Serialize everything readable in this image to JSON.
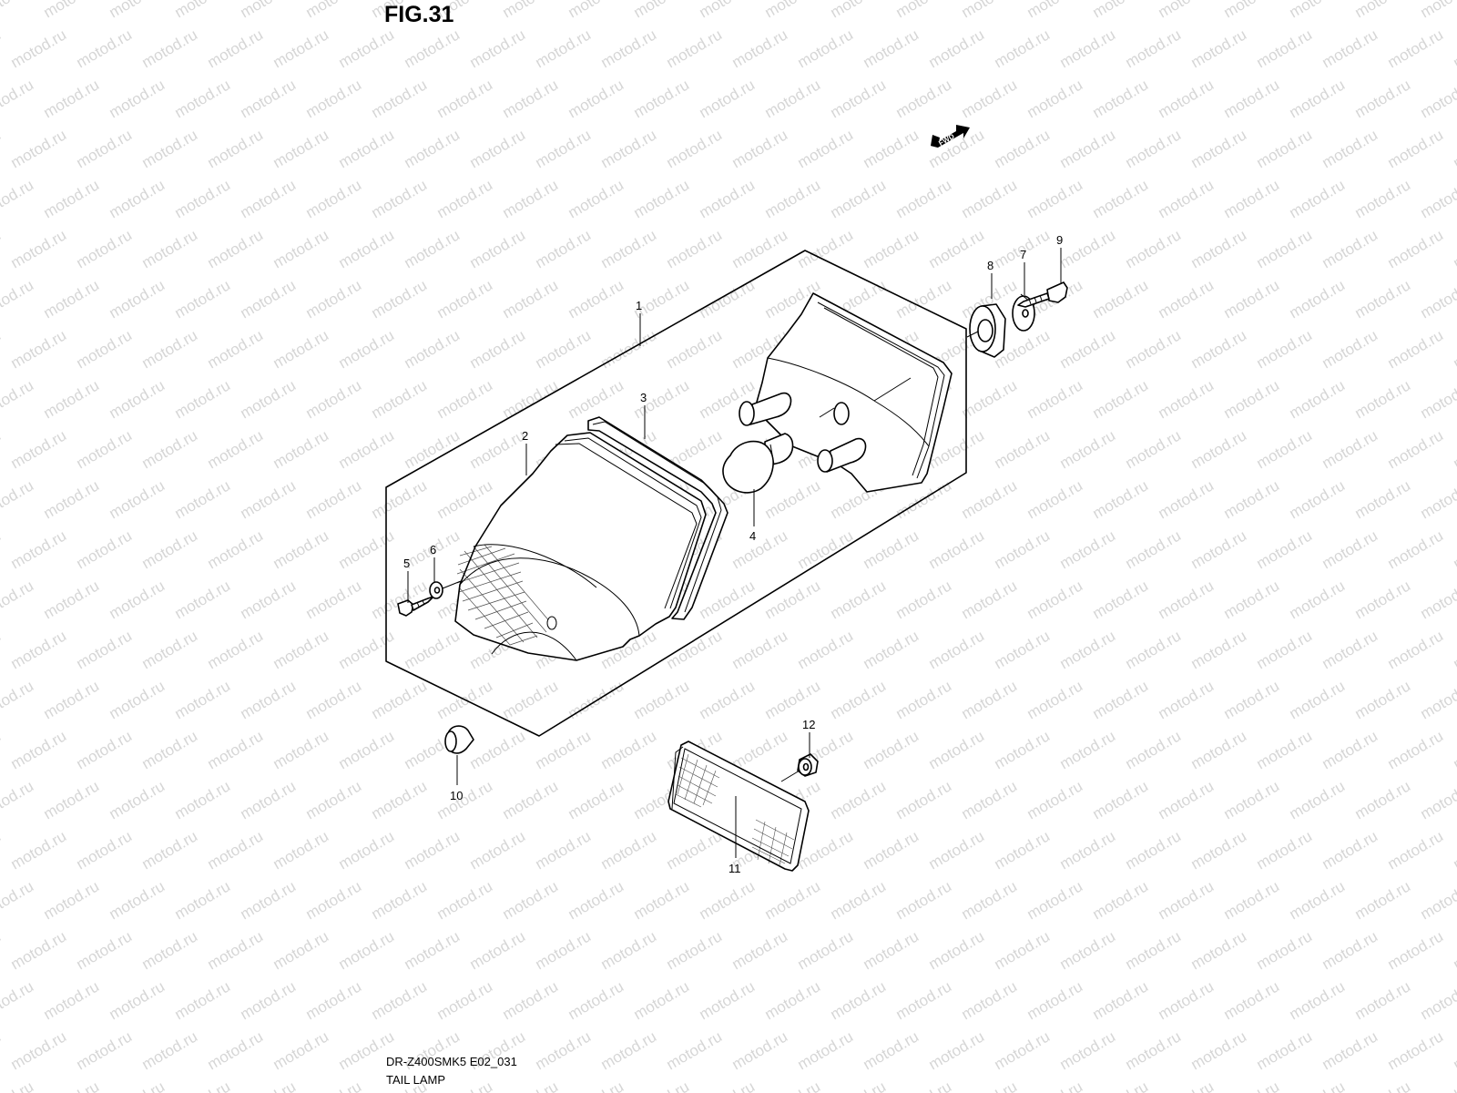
{
  "figure": {
    "title": "FIG.31",
    "footer_code": "DR-Z400SMK5 E02_031",
    "footer_name": "TAIL LAMP",
    "watermark_text": "motod.ru",
    "fwd_label": "FWD"
  },
  "callouts": [
    {
      "id": "1",
      "label": "1"
    },
    {
      "id": "2",
      "label": "2"
    },
    {
      "id": "3",
      "label": "3"
    },
    {
      "id": "4",
      "label": "4"
    },
    {
      "id": "5",
      "label": "5"
    },
    {
      "id": "6",
      "label": "6"
    },
    {
      "id": "7",
      "label": "7"
    },
    {
      "id": "8",
      "label": "8"
    },
    {
      "id": "9",
      "label": "9"
    },
    {
      "id": "10",
      "label": "10"
    },
    {
      "id": "11",
      "label": "11"
    },
    {
      "id": "12",
      "label": "12"
    }
  ],
  "colors": {
    "line": "#000000",
    "watermark": "#d6d6d6",
    "background": "#ffffff"
  }
}
